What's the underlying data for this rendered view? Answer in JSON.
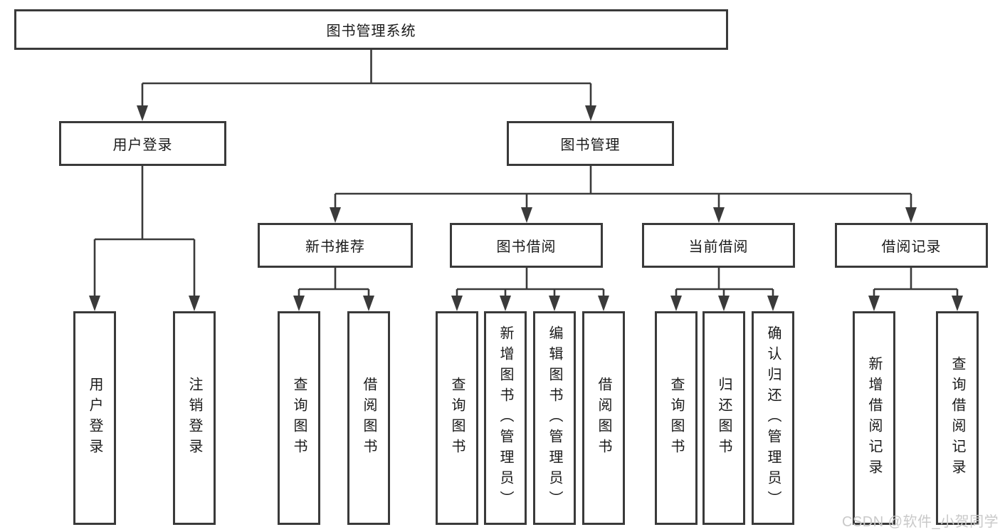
{
  "diagram": {
    "root": "图书管理系统",
    "branches": [
      {
        "label": "用户登录",
        "children": [
          "用户登录",
          "注销登录"
        ]
      },
      {
        "label": "图书管理",
        "children": [
          {
            "label": "新书推荐",
            "children": [
              "查询图书",
              "借阅图书"
            ]
          },
          {
            "label": "图书借阅",
            "children": [
              "查询图书",
              "新增图书（管理员）",
              "编辑图书（管理员）",
              "借阅图书"
            ]
          },
          {
            "label": "当前借阅",
            "children": [
              "查询图书",
              "归还图书",
              "确认归还（管理员）"
            ]
          },
          {
            "label": "借阅记录",
            "children": [
              "新增借阅记录",
              "查询借阅记录"
            ]
          }
        ]
      }
    ]
  },
  "watermark": "CSDN @软件_小贺同学",
  "colors": {
    "line": "#3a3a3a",
    "text": "#1a1a1a",
    "background": "#ffffff",
    "watermark": "#c9c9c9"
  }
}
